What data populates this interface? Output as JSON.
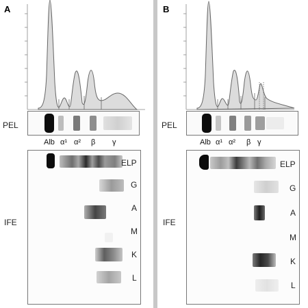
{
  "panels": [
    {
      "letter": "A",
      "strip_label": "PEL",
      "ife_label": "IFE",
      "fractions": [
        "Alb",
        "α¹",
        "α²",
        "β",
        "γ"
      ],
      "rows": [
        "ELP",
        "G",
        "A",
        "M",
        "K",
        "L"
      ]
    },
    {
      "letter": "B",
      "strip_label": "PEL",
      "ife_label": "IFE",
      "fractions": [
        "Alb",
        "α¹",
        "α²",
        "β",
        "γ"
      ],
      "rows": [
        "ELP",
        "G",
        "A",
        "M",
        "K",
        "L"
      ]
    }
  ]
}
